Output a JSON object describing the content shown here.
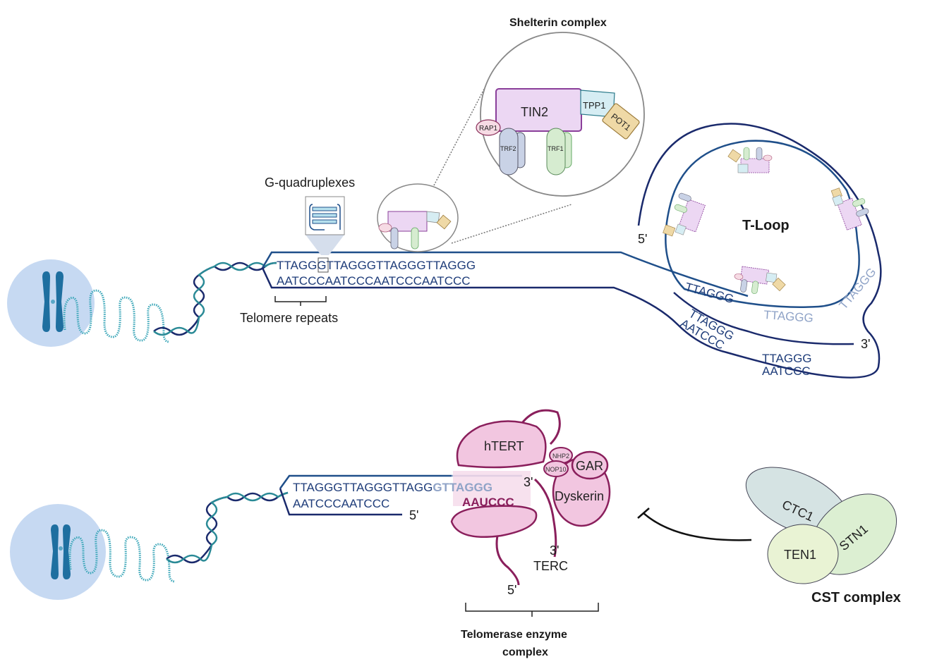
{
  "titles": {
    "shelterin": "Shelterin complex",
    "g_quadruplexes": "G-quadruplexes",
    "telomere_repeats": "Telomere repeats",
    "t_loop": "T-Loop",
    "telomerase": "Telomerase enzyme",
    "telomerase_line2": "complex",
    "cst": "CST complex"
  },
  "shelterin_proteins": {
    "tin2": "TIN2",
    "tpp1": "TPP1",
    "pot1": "POT1",
    "rap1": "RAP1",
    "trf2": "TRF2",
    "trf1": "TRF1"
  },
  "top_strand": {
    "g_strand": "TTAGGGTTAGGGTTAGGGTTAGGG",
    "c_strand": "AATCCCAATCCCAATCCCAATCCC"
  },
  "t_loop_labels": {
    "five_prime": "5'",
    "three_prime": "3'",
    "inner_seq_1": "TTAGGG",
    "inner_seq_2": "TTAGGG",
    "inner_seq_3": "TTAGGG",
    "duplex_1_top": "TTAGGG",
    "duplex_1_bottom": "AATCCC",
    "duplex_2_top": "TTAGGG",
    "duplex_2_bottom": "AATCCC"
  },
  "bottom_strand": {
    "g_strand_dark": "TTAGGGTTAGGGTTAGG",
    "g_strand_light": "GTTAGGG",
    "c_strand": "AATCCCAATCCC",
    "rna_template": "AAUCCC",
    "three_prime": "3'",
    "five_prime": "5'"
  },
  "telomerase_proteins": {
    "htert": "hTERT",
    "nhp2": "NHP2",
    "nop10": "NOP10",
    "gar": "GAR",
    "dyskerin": "Dyskerin",
    "terc": "TERC",
    "terc_three_prime": "3'",
    "terc_five_prime": "5'"
  },
  "cst_proteins": {
    "ctc1": "CTC1",
    "stn1": "STN1",
    "ten1": "TEN1"
  },
  "colors": {
    "dna_dark": "#1a2a6c",
    "dna_mid": "#1f4f8a",
    "dna_teal": "#2a8a96",
    "nucleus": "#c6d9f2",
    "chromosome": "#1e6fa0",
    "telomerase_fill": "#f2c6e0",
    "telomerase_stroke": "#8a1f5c",
    "tin2": "#ecd7f3",
    "tpp1": "#d6edf3",
    "pot1": "#efd9a6",
    "rap1": "#f6dbe4",
    "trf2": "#c9d2e6",
    "trf1": "#d6ecd0",
    "ctc1": "#d5e3e3",
    "stn1": "#dcefd2",
    "ten1": "#e9f3d4"
  }
}
